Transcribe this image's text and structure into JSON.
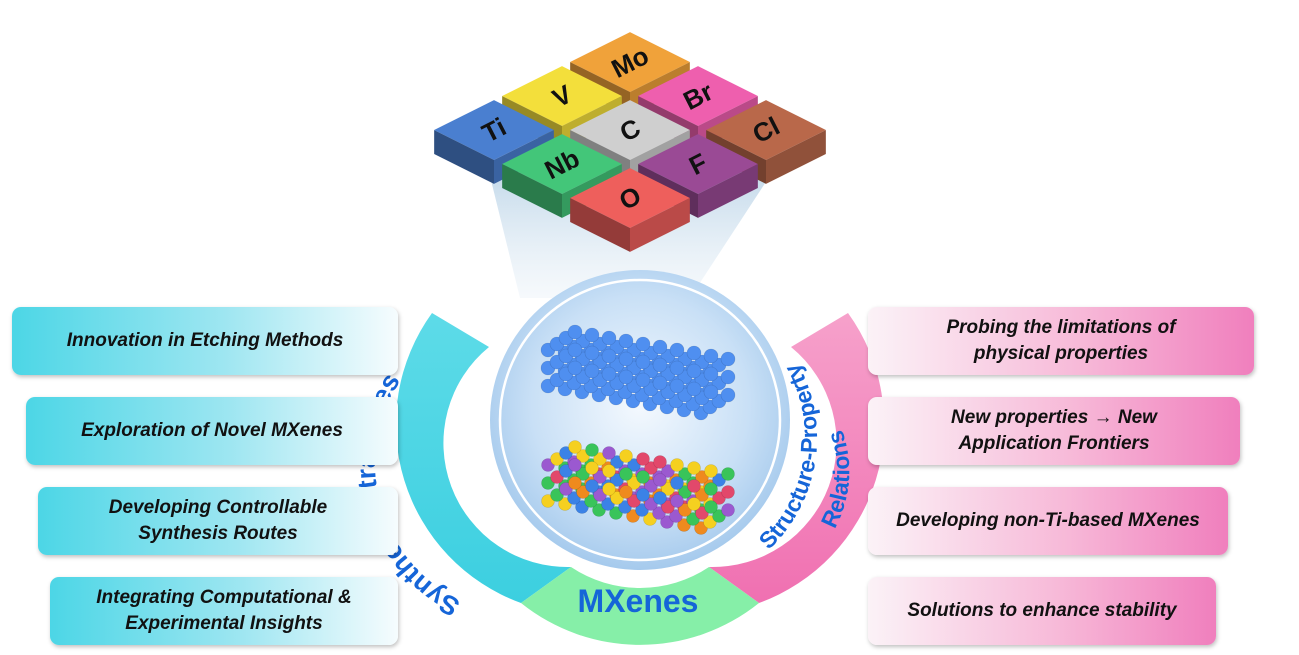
{
  "elements": {
    "tiles": [
      {
        "symbol": "Mo",
        "color": "#f0a23a"
      },
      {
        "symbol": "V",
        "color": "#f3df3b"
      },
      {
        "symbol": "Br",
        "color": "#ee5fae"
      },
      {
        "symbol": "Ti",
        "color": "#4a7fd0"
      },
      {
        "symbol": "C",
        "color": "#cfcfcf"
      },
      {
        "symbol": "Cl",
        "color": "#b9684a"
      },
      {
        "symbol": "Nb",
        "color": "#43c679"
      },
      {
        "symbol": "F",
        "color": "#9a4a95"
      },
      {
        "symbol": "O",
        "color": "#ee5f5c"
      }
    ]
  },
  "hub": {
    "left_arc_label": "Synthetic Strategies",
    "right_arc_label": "Structure-Property Relations",
    "right_arc_line1": "Structure-Property",
    "right_arc_line2": "Relations",
    "bottom_label": "MXenes",
    "colors": {
      "left_arc": "#49d6e4",
      "right_arc": "#f37cb7",
      "bottom": "#7ff0a5",
      "label_blue": "#1565d8"
    }
  },
  "left_boxes": [
    {
      "lines": [
        "Innovation in Etching Methods"
      ]
    },
    {
      "lines": [
        "Exploration of Novel MXenes"
      ]
    },
    {
      "lines": [
        "Developing Controllable",
        "Synthesis Routes"
      ]
    },
    {
      "lines": [
        "Integrating Computational &",
        "Experimental Insights"
      ]
    }
  ],
  "right_boxes": [
    {
      "lines": [
        "Probing the limitations of",
        "physical properties"
      ]
    },
    {
      "lines": [
        "New properties → New",
        "Application Frontiers"
      ]
    },
    {
      "lines": [
        "Developing non-Ti-based MXenes"
      ]
    },
    {
      "lines": [
        "Solutions to enhance stability"
      ]
    }
  ]
}
